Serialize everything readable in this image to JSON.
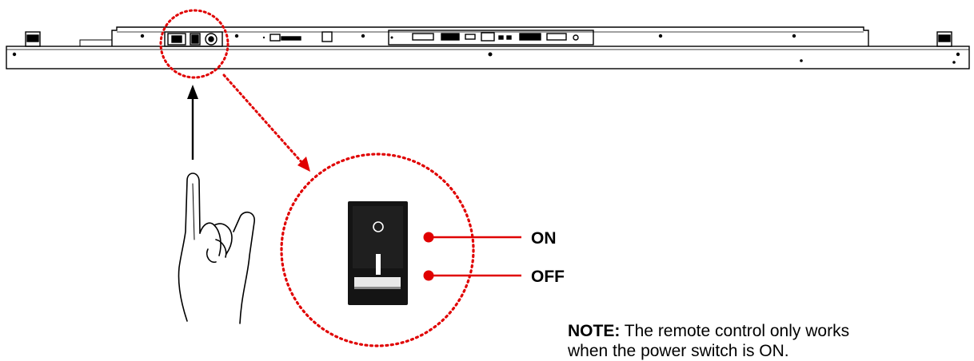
{
  "labels": {
    "on": "ON",
    "off": "OFF"
  },
  "switch_face": {
    "top_symbol": "O",
    "bottom_symbol": "I"
  },
  "note": {
    "prefix": "NOTE:",
    "text": "The remote control only works",
    "continuation": "when the power switch is ON."
  },
  "colors": {
    "callout_red": "#e00000",
    "line_black": "#000000",
    "switch_body": "#141414"
  },
  "icons": [
    "rear-panel-drawing",
    "hand-pointing-icon",
    "up-arrow-icon",
    "rocker-switch-icon"
  ]
}
